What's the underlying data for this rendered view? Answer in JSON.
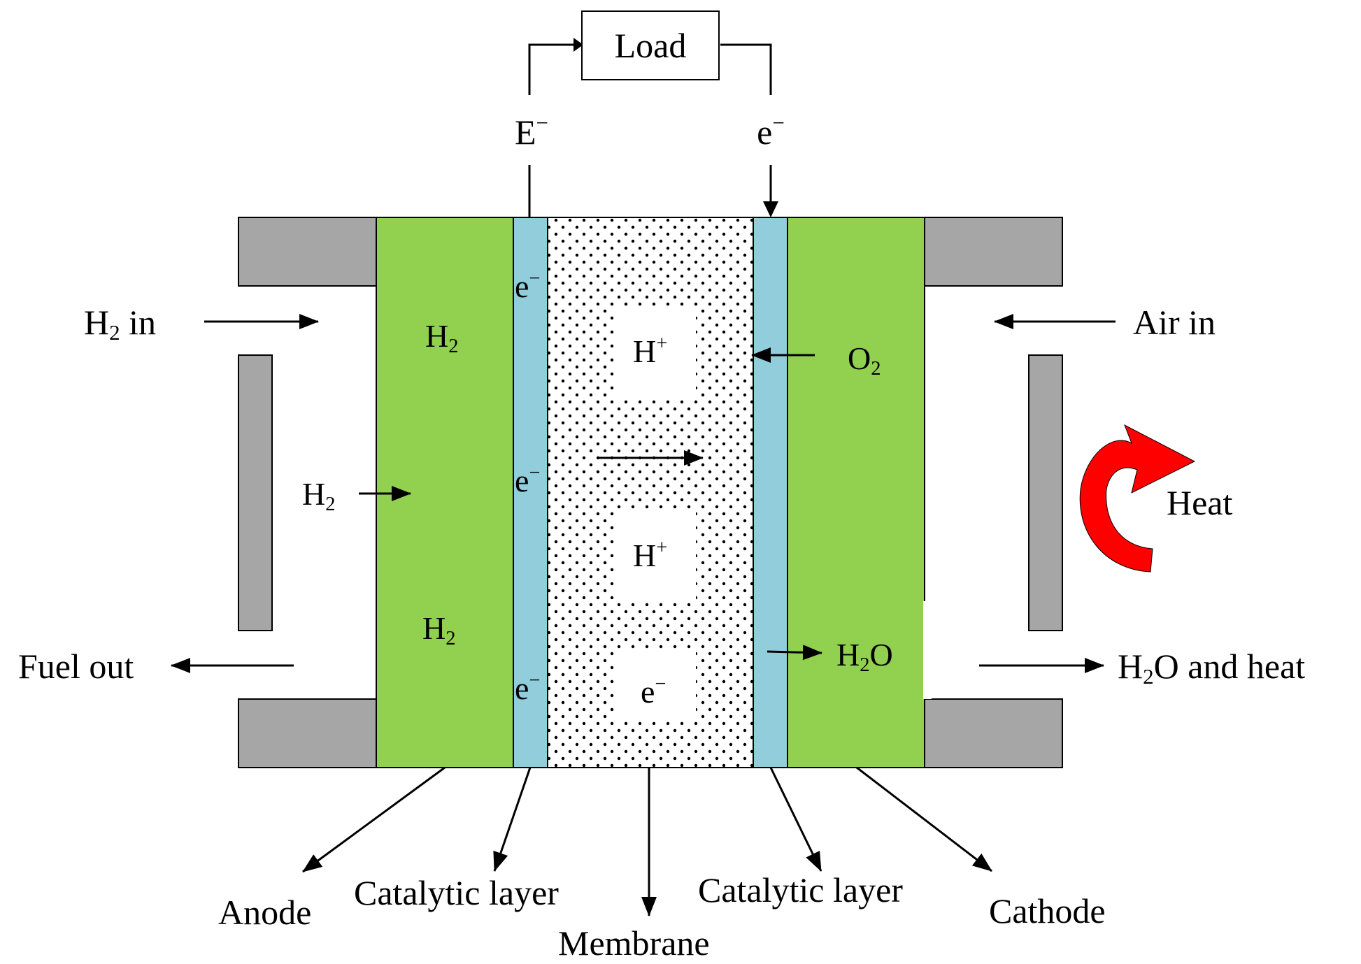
{
  "load": {
    "label": "Load"
  },
  "wire": {
    "left_label": "E",
    "right_label": "e",
    "minus": "−"
  },
  "inputs": {
    "h2_in_base": "H",
    "h2_in_sub": "2",
    "h2_in_rest": " in",
    "air_in": "Air in",
    "fuel_out": "Fuel out",
    "h2o_heat_base": "H",
    "h2o_heat_sub": "2",
    "h2o_heat_rest": "O and heat"
  },
  "species": {
    "h": "H",
    "two": "2",
    "o": "O",
    "plus": "+",
    "h2o_o": "O",
    "e": "e",
    "minus": "−"
  },
  "heat": {
    "label": "Heat"
  },
  "parts": {
    "anode": "Anode",
    "catalytic_left": "Catalytic layer",
    "membrane": "Membrane",
    "catalytic_right": "Catalytic layer",
    "cathode": "Cathode"
  },
  "colors": {
    "electrode": "#92D050",
    "catalyst": "#92CDDC",
    "plate": "#A6A6A6",
    "heat_arrow": "#FF0000",
    "membrane_dots": "#000000"
  }
}
